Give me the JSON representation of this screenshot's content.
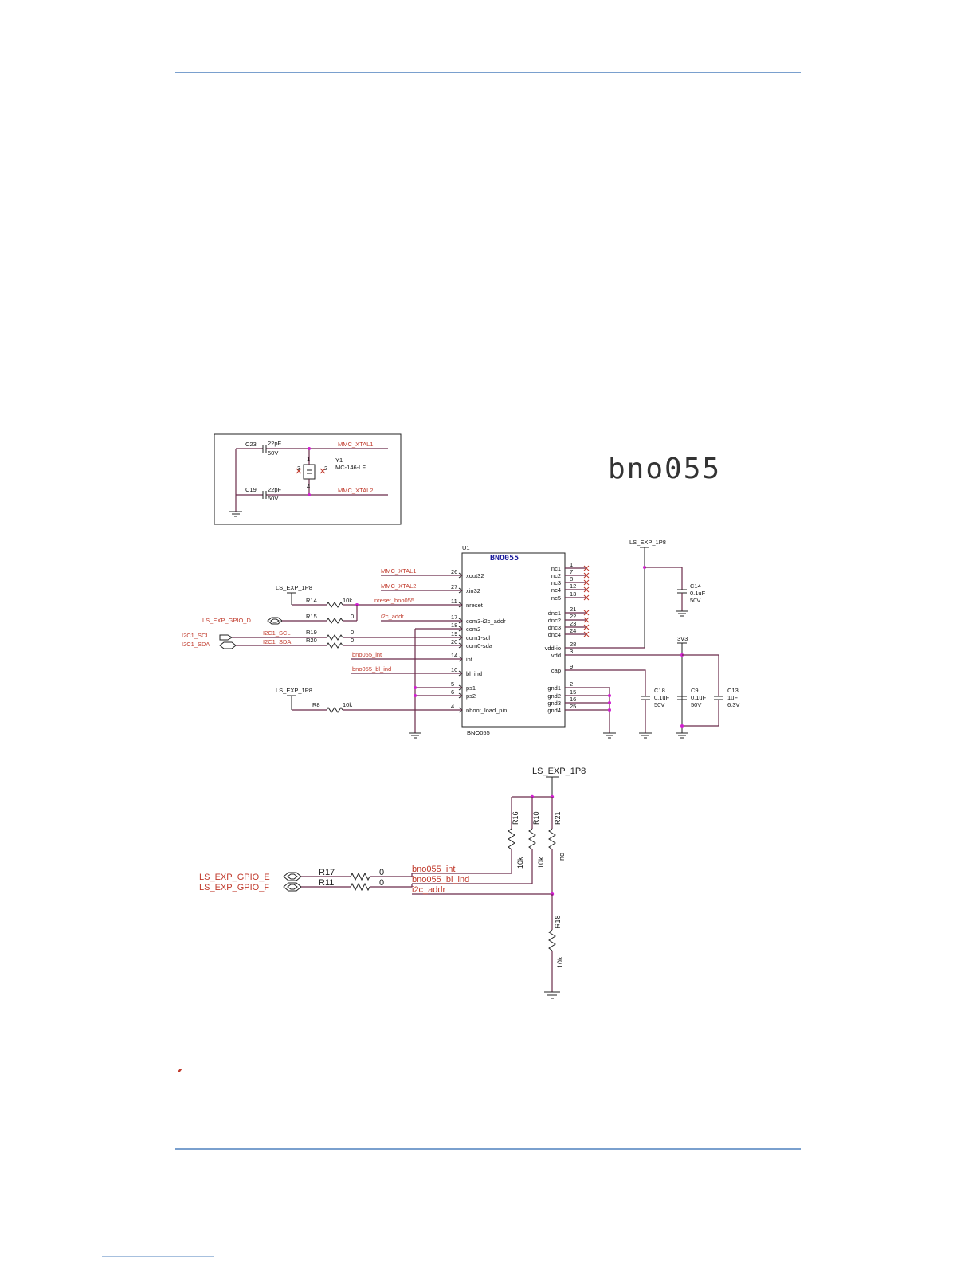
{
  "title": "bno055",
  "chip": {
    "refdes": "U1",
    "name": "BNO055",
    "footer": "BNO055",
    "left_pins": [
      {
        "num": "26",
        "name": "xout32"
      },
      {
        "num": "27",
        "name": "xin32"
      },
      {
        "num": "11",
        "name": "nreset"
      },
      {
        "num": "17",
        "name": "com3-i2c_addr"
      },
      {
        "num": "18",
        "name": "com2"
      },
      {
        "num": "19",
        "name": "com1-scl"
      },
      {
        "num": "20",
        "name": "com0-sda"
      },
      {
        "num": "14",
        "name": "int"
      },
      {
        "num": "10",
        "name": "bl_ind"
      },
      {
        "num": "5",
        "name": "ps1"
      },
      {
        "num": "6",
        "name": "ps2"
      },
      {
        "num": "4",
        "name": "nboot_load_pin"
      }
    ],
    "right_pins": [
      {
        "num": "1",
        "name": "nc1"
      },
      {
        "num": "7",
        "name": "nc2"
      },
      {
        "num": "8",
        "name": "nc3"
      },
      {
        "num": "12",
        "name": "nc4"
      },
      {
        "num": "13",
        "name": "nc5"
      },
      {
        "num": "21",
        "name": "dnc1"
      },
      {
        "num": "22",
        "name": "dnc2"
      },
      {
        "num": "23",
        "name": "dnc3"
      },
      {
        "num": "24",
        "name": "dnc4"
      },
      {
        "num": "28",
        "name": "vdd-io"
      },
      {
        "num": "3",
        "name": "vdd"
      },
      {
        "num": "9",
        "name": "cap"
      },
      {
        "num": "2",
        "name": "gnd1"
      },
      {
        "num": "15",
        "name": "gnd2"
      },
      {
        "num": "16",
        "name": "gnd3"
      },
      {
        "num": "25",
        "name": "gnd4"
      }
    ]
  },
  "crystal": {
    "c23": "C23",
    "c23_val": "22pF",
    "c23_volt": "50V",
    "c19": "C19",
    "c19_val": "22pF",
    "c19_volt": "50V",
    "y1": "Y1",
    "y1_part": "MC-146-LF",
    "net1": "MMC_XTAL1",
    "net2": "MMC_XTAL2",
    "pin1": "1",
    "pin2": "2",
    "pin3": "3",
    "pin4": "4"
  },
  "nets": {
    "mmc_xtal1": "MMC_XTAL1",
    "mmc_xtal2": "MMC_XTAL2",
    "nreset": "nreset_bno055",
    "i2c_addr": "i2c_addr",
    "i2c1_scl": "I2C1_SCL",
    "i2c1_sda": "I2C1_SDA",
    "bno_int": "bno055_int",
    "bno_bl_ind": "bno055_bl_ind",
    "ls_exp_1p8": "LS_EXP_1P8",
    "gpio_d": "LS_EXP_GPIO_D",
    "gpio_e": "LS_EXP_GPIO_E",
    "gpio_f": "LS_EXP_GPIO_F",
    "v3v3": "3V3"
  },
  "resistors": {
    "r14": "R14",
    "r14_val": "10k",
    "r15": "R15",
    "r15_val": "0",
    "r19": "R19",
    "r19_val": "0",
    "r20": "R20",
    "r20_val": "0",
    "r8": "R8",
    "r8_val": "10k",
    "r17": "R17",
    "r17_val": "0",
    "r11": "R11",
    "r11_val": "0",
    "r16": "R16",
    "r16_val": "10k",
    "r10": "R10",
    "r10_val": "10k",
    "r21": "R21",
    "r21_val": "nc",
    "r18": "R18",
    "r18_val": "10k"
  },
  "capacitors": {
    "c14": "C14",
    "c14_val": "0.1uF",
    "c14_volt": "50V",
    "c18": "C18",
    "c18_val": "0.1uF",
    "c18_volt": "50V",
    "c9": "C9",
    "c9_val": "0.1uF",
    "c9_volt": "50V",
    "c13": "C13",
    "c13_val": "1uF",
    "c13_volt": "6.3V"
  }
}
